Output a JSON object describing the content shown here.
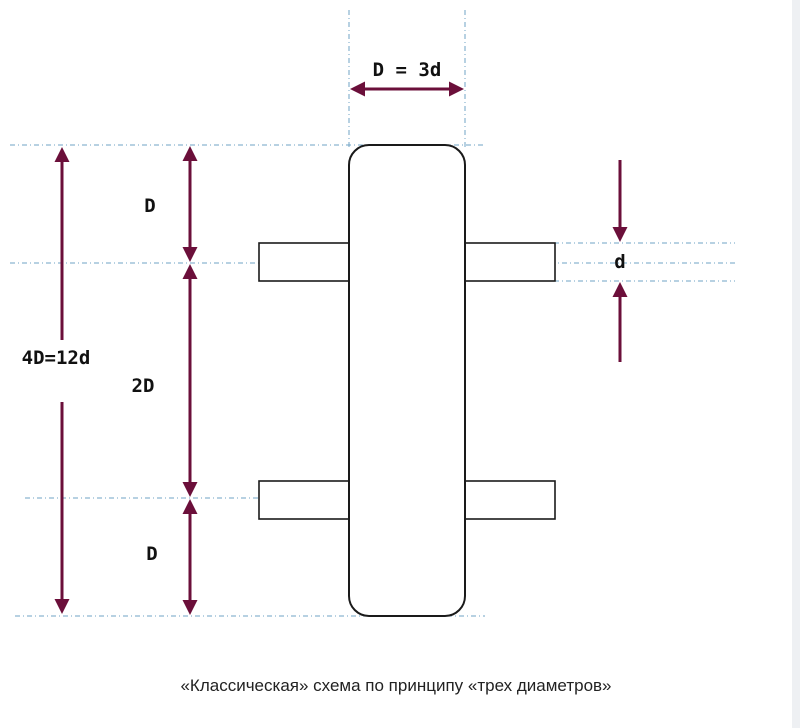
{
  "diagram": {
    "labels": {
      "top_width": "D = 3d",
      "total_height": "4D=12d",
      "upper_segment": "D",
      "middle_segment": "2D",
      "lower_segment": "D",
      "shaft_diameter": "d"
    },
    "colors": {
      "arrow": "#6b0f3a",
      "guide": "#6fa3c6",
      "outline": "#1a1a1a"
    }
  },
  "caption": "«Классическая» схема по принципу «трех диаметров»"
}
